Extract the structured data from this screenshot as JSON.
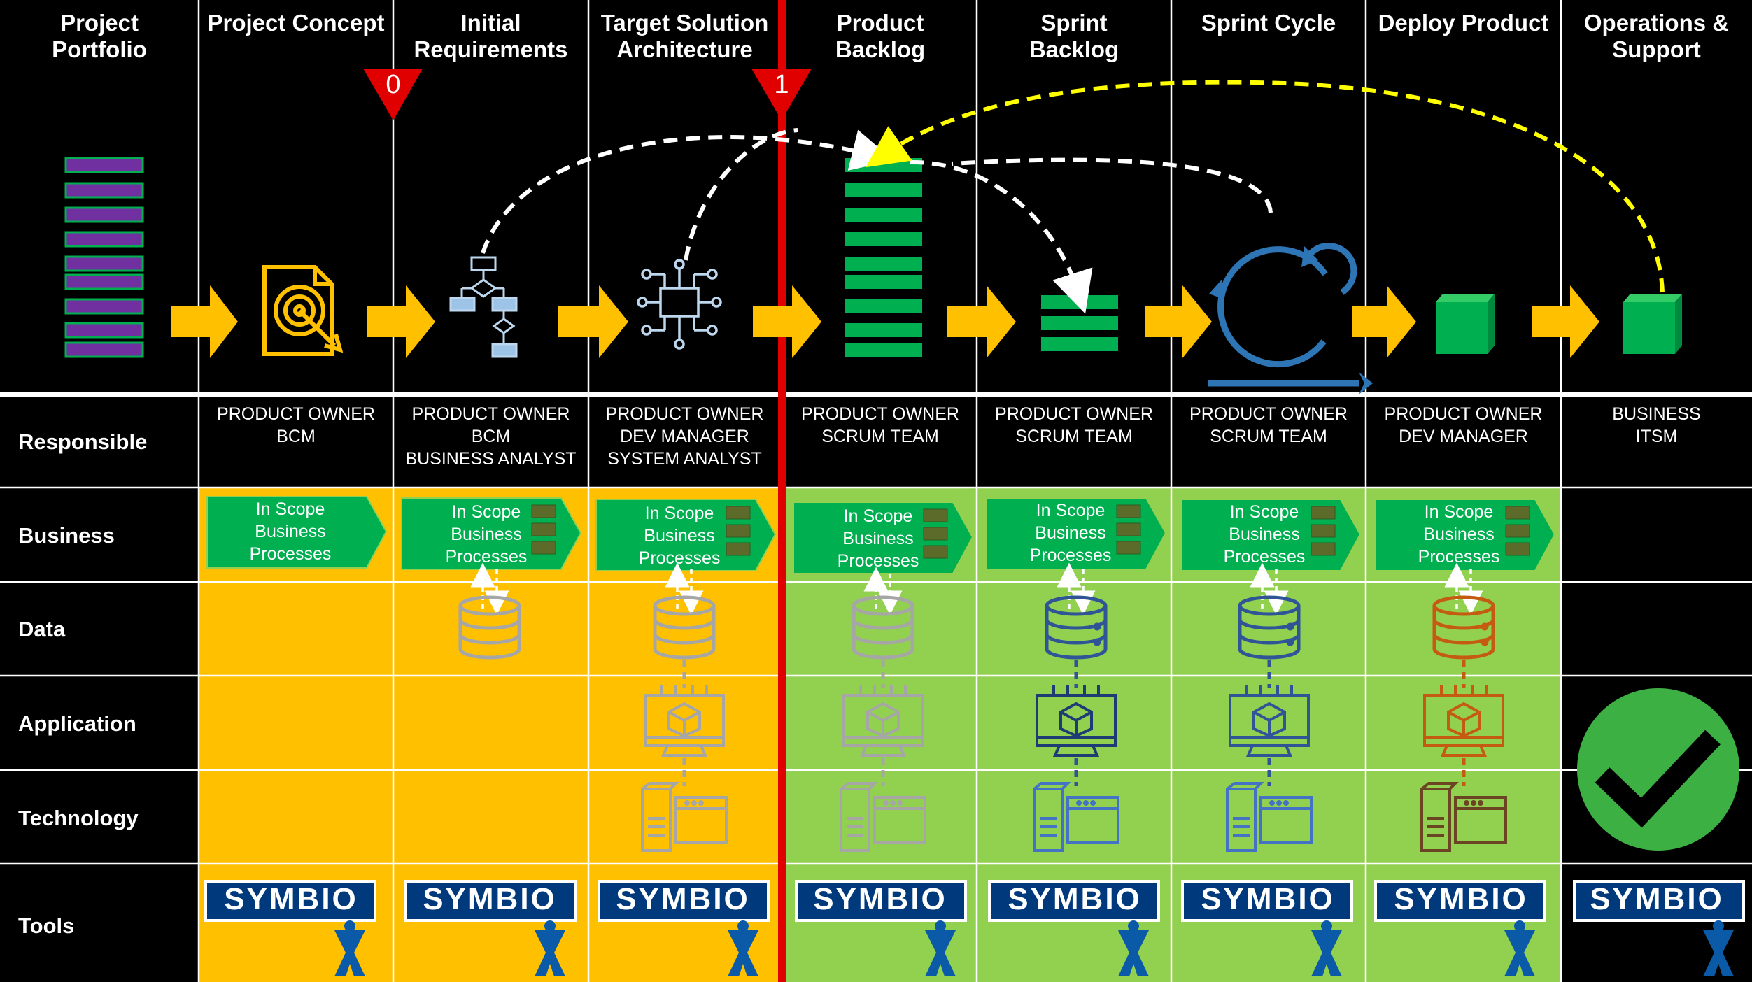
{
  "columns": [
    {
      "title": "Project\nPortfolio"
    },
    {
      "title": "Project Concept"
    },
    {
      "title": "Initial\nRequirements"
    },
    {
      "title": "Target Solution\nArchitecture"
    },
    {
      "title": "Product\nBacklog"
    },
    {
      "title": "Sprint\nBacklog"
    },
    {
      "title": "Sprint Cycle"
    },
    {
      "title": "Deploy Product"
    },
    {
      "title": "Operations &\nSupport"
    }
  ],
  "gates": [
    "0",
    "1"
  ],
  "responsible": [
    "PRODUCT OWNER\nBCM",
    "PRODUCT OWNER\nBCM\nBUSINESS ANALYST",
    "PRODUCT OWNER\nDEV MANAGER\nSYSTEM ANALYST",
    "PRODUCT OWNER\nSCRUM TEAM",
    "PRODUCT OWNER\nSCRUM TEAM",
    "PRODUCT OWNER\nSCRUM TEAM",
    "PRODUCT OWNER\nDEV MANAGER",
    "BUSINESS\nITSM"
  ],
  "rows": [
    "Responsible",
    "Business",
    "Data",
    "Application",
    "Technology",
    "Tools"
  ],
  "business_process_label": "In Scope\nBusiness\nProcesses",
  "tool_logo": "SYMBIO",
  "colors": {
    "phase_orange": "#FFC000",
    "phase_green": "#92D050",
    "arrow_yellow": "#FFC000",
    "backlog_green": "#00B050",
    "portfolio_purple": "#7030A0",
    "gate_red": "#E00000",
    "data_blue": "#2F5597",
    "deploy_orange": "#C55A11",
    "faded_gray": "#A6A6A6",
    "check_green": "#3CB043",
    "symbio_blue": "#003A7D"
  },
  "icons": [
    "target-document-icon",
    "flowchart-icon",
    "architecture-icon",
    "scrum-cycle-icon",
    "cube-icon",
    "database-icon",
    "application-icon",
    "server-icon",
    "checkmark-icon",
    "atlassian-icon"
  ]
}
